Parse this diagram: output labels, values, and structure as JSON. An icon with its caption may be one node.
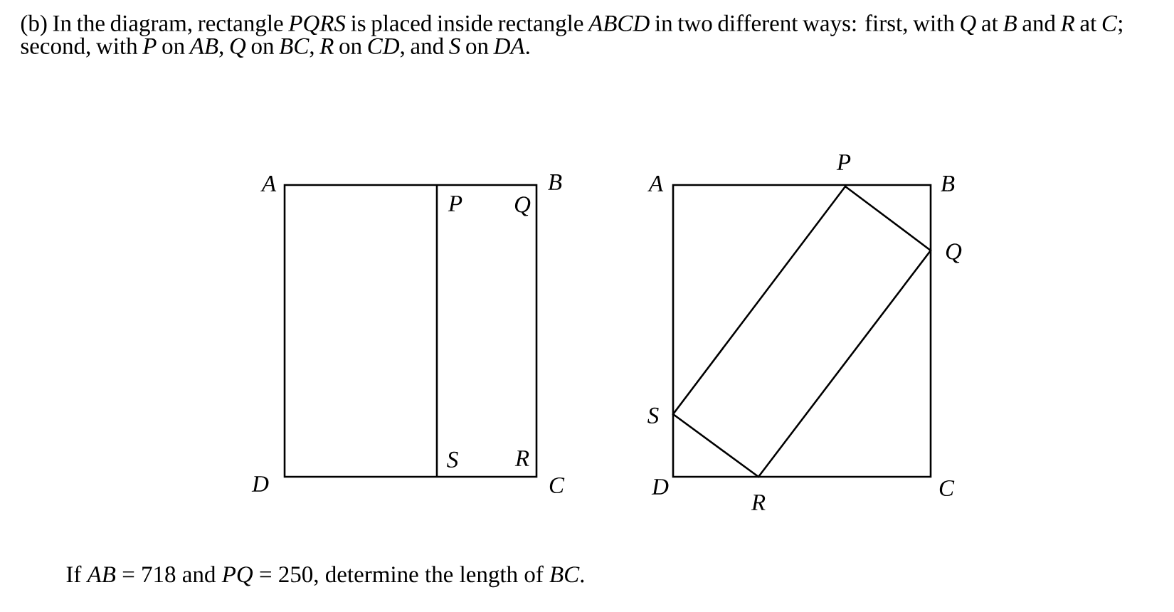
{
  "diagram": {
    "labels": [
      "(b) In the diagram, rectangle *PQRS* is placed inside rectangle *ABCD* in two different ways: first, with *Q* at *B* and *R* at *C*; second, with *P* on *AB*, *Q* on *BC*, *R* on *CD*, and *S* on *DA*.",
      "A",
      "B",
      "P",
      "Q",
      "S",
      "R",
      "D",
      "C",
      "A",
      "P",
      "B",
      "Q",
      "S",
      "D",
      "R",
      "C",
      "If *AB* = 718 and *PQ* = 250, determine the length of *BC*."
    ]
  }
}
